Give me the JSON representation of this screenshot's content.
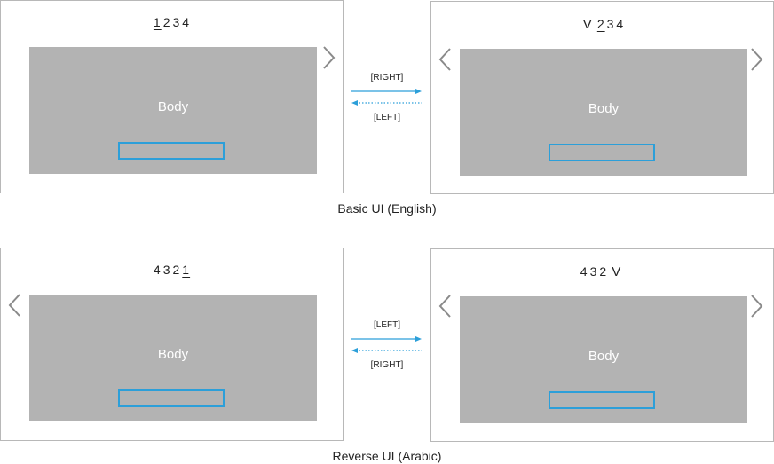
{
  "basic": {
    "caption": "Basic UI (English)",
    "left_screen": {
      "pages": [
        "1",
        "2",
        "3",
        "4"
      ],
      "active_index": 0,
      "body_label": "Body"
    },
    "right_screen": {
      "pages": [
        "2",
        "3",
        "4"
      ],
      "active_index": 0,
      "mark": "V",
      "body_label": "Body"
    },
    "arrow_top_label": "[RIGHT]",
    "arrow_bottom_label": "[LEFT]"
  },
  "reverse": {
    "caption": "Reverse UI (Arabic)",
    "left_screen": {
      "pages": [
        "4",
        "3",
        "2",
        "1"
      ],
      "active_index": 3,
      "body_label": "Body"
    },
    "right_screen": {
      "pages": [
        "4",
        "3",
        "2"
      ],
      "active_index": 2,
      "mark": "V",
      "body_label": "Body"
    },
    "arrow_top_label": "[LEFT]",
    "arrow_bottom_label": "[RIGHT]"
  },
  "colors": {
    "accent": "#2c9fd9",
    "body_fill": "#b3b3b3",
    "frame": "#b8b8b8",
    "chevron": "#8a8a8a"
  }
}
